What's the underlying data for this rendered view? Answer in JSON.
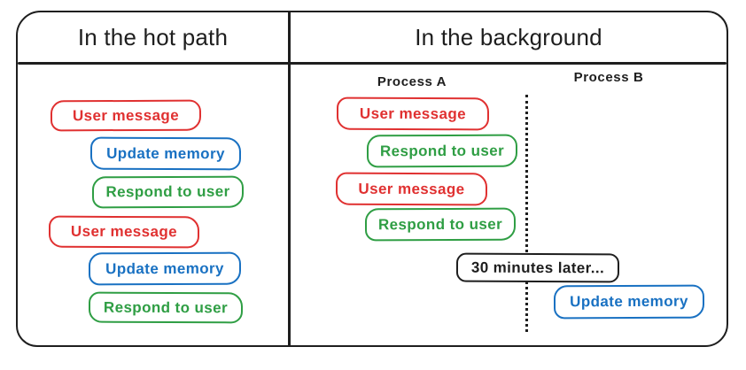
{
  "colors": {
    "red": "#e03131",
    "blue": "#1971c2",
    "green": "#2f9e44",
    "ink": "#1e1e1e",
    "background": "#ffffff"
  },
  "panels": {
    "hot_path": {
      "title": "In the hot path",
      "boxes": [
        {
          "label": "User message",
          "color": "red"
        },
        {
          "label": "Update memory",
          "color": "blue"
        },
        {
          "label": "Respond to user",
          "color": "green"
        },
        {
          "label": "User message",
          "color": "red"
        },
        {
          "label": "Update memory",
          "color": "blue"
        },
        {
          "label": "Respond to user",
          "color": "green"
        }
      ]
    },
    "background": {
      "title": "In the background",
      "process_a_label": "Process A",
      "process_b_label": "Process B",
      "process_a_boxes": [
        {
          "label": "User message",
          "color": "red"
        },
        {
          "label": "Respond to user",
          "color": "green"
        },
        {
          "label": "User message",
          "color": "red"
        },
        {
          "label": "Respond to user",
          "color": "green"
        }
      ],
      "interlude_label": "30 minutes later...",
      "process_b_boxes": [
        {
          "label": "Update memory",
          "color": "blue"
        }
      ]
    }
  }
}
